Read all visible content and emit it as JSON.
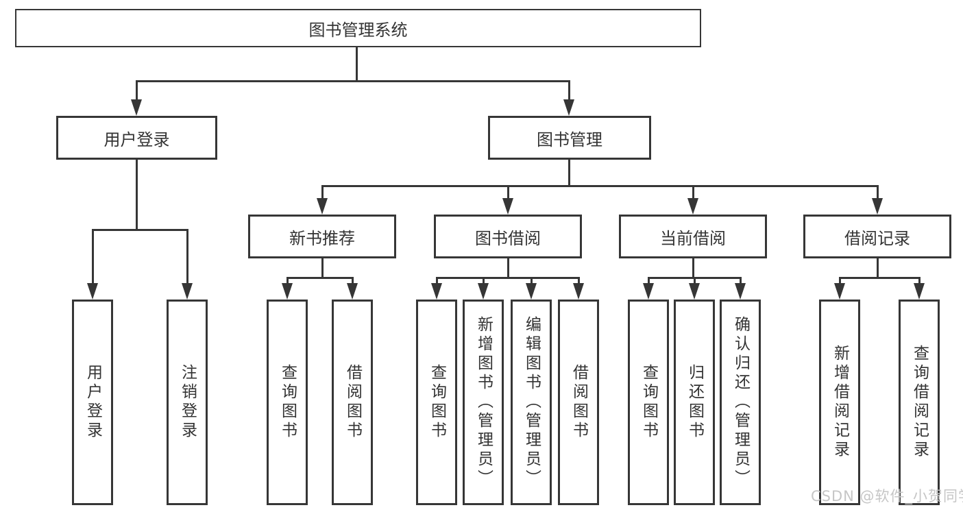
{
  "diagram": {
    "root": "图书管理系统",
    "branches": [
      {
        "label": "用户登录",
        "children": [
          {
            "label": "用户登录"
          },
          {
            "label": "注销登录"
          }
        ]
      },
      {
        "label": "图书管理",
        "children": [
          {
            "label": "新书推荐",
            "children": [
              {
                "label": "查询图书"
              },
              {
                "label": "借阅图书"
              }
            ]
          },
          {
            "label": "图书借阅",
            "children": [
              {
                "label": "查询图书"
              },
              {
                "label": "新增图书（管理员）"
              },
              {
                "label": "编辑图书（管理员）"
              },
              {
                "label": "借阅图书"
              }
            ]
          },
          {
            "label": "当前借阅",
            "children": [
              {
                "label": "查询图书"
              },
              {
                "label": "归还图书"
              },
              {
                "label": "确认归还（管理员）"
              }
            ]
          },
          {
            "label": "借阅记录",
            "children": [
              {
                "label": "新增借阅记录"
              },
              {
                "label": "查询借阅记录"
              }
            ]
          }
        ]
      }
    ]
  },
  "watermark": {
    "text": "CSDN @软件_小贺同学"
  },
  "colors": {
    "line": "#363636",
    "text": "#333333",
    "background": "#ffffff",
    "watermark": "#c6c6c6"
  }
}
